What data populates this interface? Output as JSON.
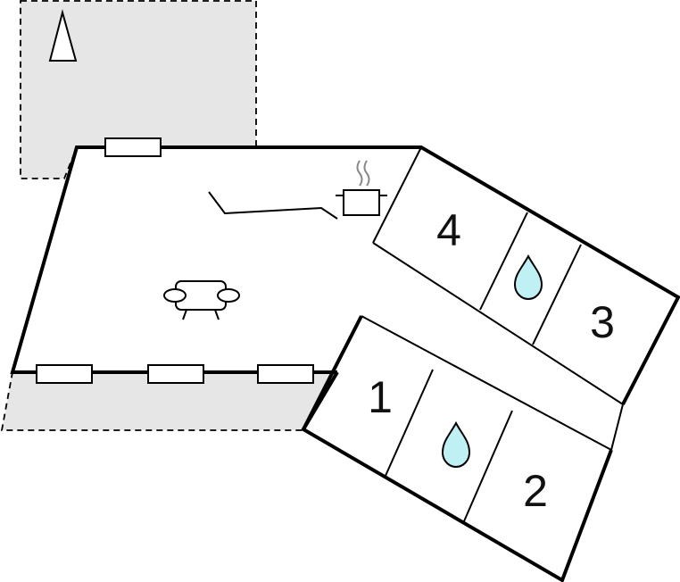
{
  "floorplan": {
    "rooms": [
      {
        "id": "room-1",
        "number": "1"
      },
      {
        "id": "room-2",
        "number": "2"
      },
      {
        "id": "room-3",
        "number": "3"
      },
      {
        "id": "room-4",
        "number": "4"
      }
    ],
    "icons": {
      "north_arrow": "north-arrow-icon",
      "kitchen": "cooking-pot-icon",
      "living_room": "sofa-icon",
      "bathroom": "water-drop-icon"
    },
    "colors": {
      "outdoor_area": "#e6e6e6",
      "walls": "#000000",
      "water_drop": "#bff0f4",
      "steam": "#888888"
    }
  }
}
